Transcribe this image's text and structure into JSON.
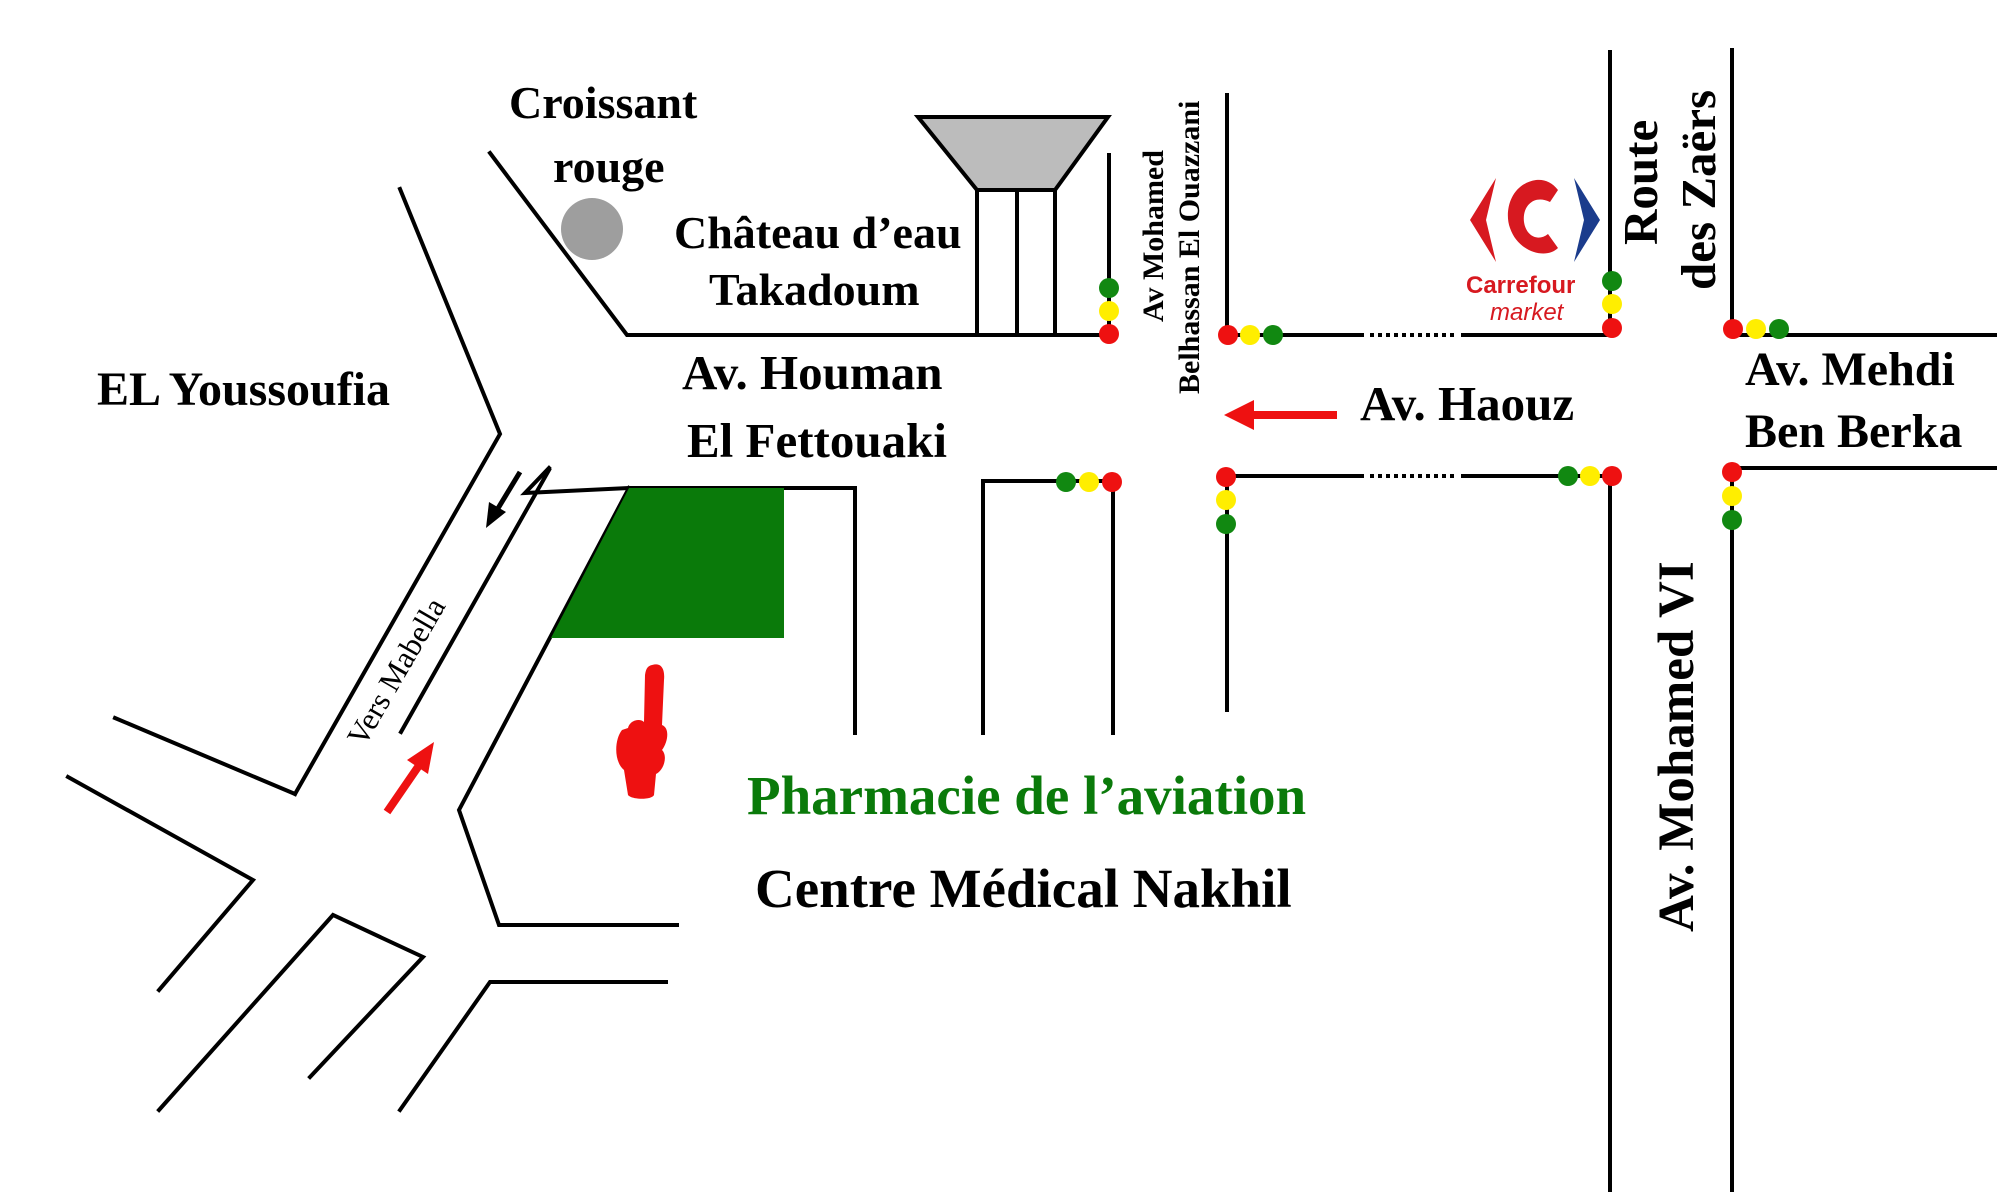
{
  "map": {
    "labels": {
      "el_youssoufia": "EL Youssoufia",
      "croissant_rouge_1": "Croissant",
      "croissant_rouge_2": "rouge",
      "chateau_1": "Château d’eau",
      "chateau_2": "Takadoum",
      "houman_1": "Av. Houman",
      "houman_2": "El Fettouaki",
      "belhassan_1": "Av Mohamed",
      "belhassan_2": "Belhassan El Ouazzani",
      "haouz": "Av. Haouz",
      "route_zaers_1": "Route",
      "route_zaers_2": "des Zaërs",
      "mehdi_1": "Av. Mehdi",
      "mehdi_2": "Ben Berka",
      "mohamed_vi": "Av. Mohamed VI",
      "vers_mabella": "Vers Mabella",
      "pharmacie": "Pharmacie de l’aviation",
      "centre_medical": "Centre Médical Nakhil"
    },
    "carrefour": {
      "name": "Carrefour",
      "sub": "market"
    },
    "colors": {
      "pharmacy_green": "#0a7a0a",
      "arrow_red": "#ee1111",
      "light_red": "#ee1111",
      "light_yellow": "#ffee00",
      "light_green": "#118811",
      "tower_gray": "#bcbcbc",
      "croissant_gray": "#9e9e9e"
    },
    "icons": [
      "traffic-light-icon",
      "pointing-hand-icon",
      "carrefour-logo-icon",
      "direction-arrow-icon"
    ]
  }
}
